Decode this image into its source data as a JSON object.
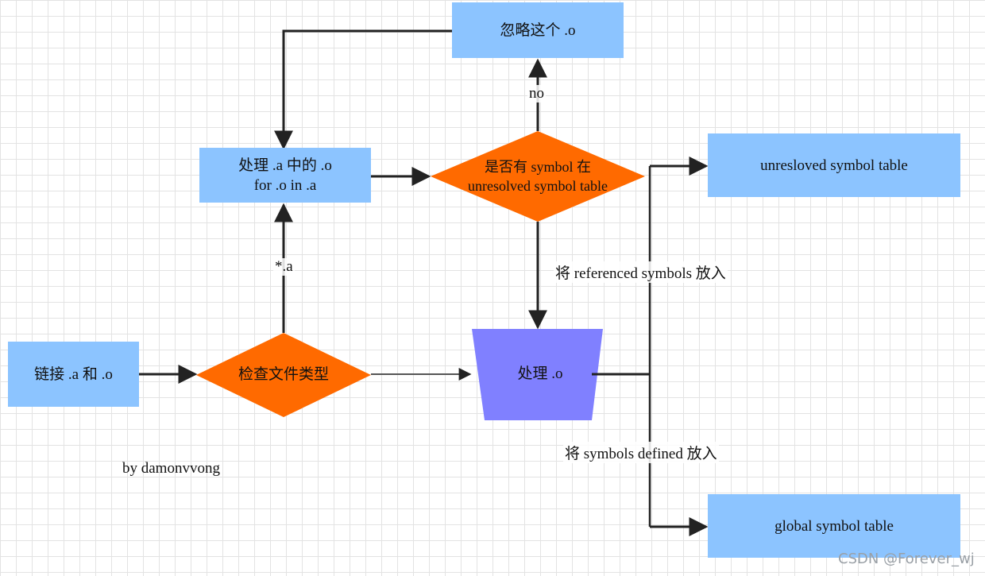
{
  "nodes": {
    "ignore_o": "忽略这个 .o",
    "process_a_line1": "处理 .a 中的 .o",
    "process_a_line2": "for .o  in .a",
    "check_symbol_line1": "是否有 symbol 在",
    "check_symbol_line2": "unresolved symbol table",
    "unresolved_table": "unresloved symbol table",
    "link": "链接 .a 和 .o",
    "check_type": "检查文件类型",
    "process_o": "处理 .o",
    "global_table": "global symbol table"
  },
  "edge_labels": {
    "no": "no",
    "star_a": "*.a",
    "referenced": "将 referenced symbols 放入",
    "defined": "将 symbols defined 放入"
  },
  "author": "by damonvvong",
  "watermark": "CSDN @Forever_wj",
  "colors": {
    "box_blue": "#8cc4ff",
    "diamond_orange": "#ff6a00",
    "trapezoid_purple": "#8080ff",
    "line": "#222222"
  }
}
